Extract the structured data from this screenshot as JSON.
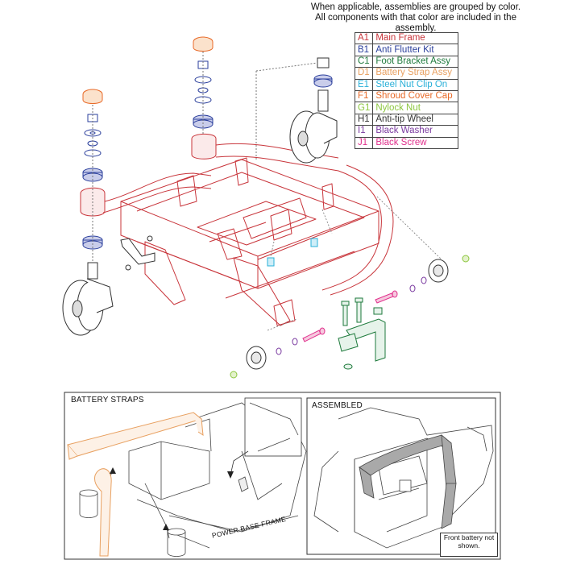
{
  "note": "When applicable, assemblies are grouped by color. All components with that color are included in the assembly.",
  "legend": [
    {
      "code": "A1",
      "label": "Main Frame",
      "color": "#c8343a"
    },
    {
      "code": "B1",
      "label": "Anti Flutter Kit",
      "color": "#2b3f9c"
    },
    {
      "code": "C1",
      "label": "Foot Bracket Assy",
      "color": "#1e7a3c"
    },
    {
      "code": "D1",
      "label": "Battery Strap Assy",
      "color": "#e8a060"
    },
    {
      "code": "E1",
      "label": "Steel Nut Clip On",
      "color": "#2ab0d8"
    },
    {
      "code": "F1",
      "label": "Shroud Cover Cap",
      "color": "#e86a28"
    },
    {
      "code": "G1",
      "label": "Nylock Nut",
      "color": "#8cc63e"
    },
    {
      "code": "H1",
      "label": "Anti-tip Wheel",
      "color": "#333333"
    },
    {
      "code": "I1",
      "label": "Black Washer",
      "color": "#7a3aa0"
    },
    {
      "code": "J1",
      "label": "Black Screw",
      "color": "#e0308c"
    }
  ],
  "panels": {
    "battery_straps": "BATTERY STRAPS",
    "assembled": "ASSEMBLED",
    "frame_label": "POWER BASE FRAME",
    "front_battery_note": "Front battery not shown."
  }
}
